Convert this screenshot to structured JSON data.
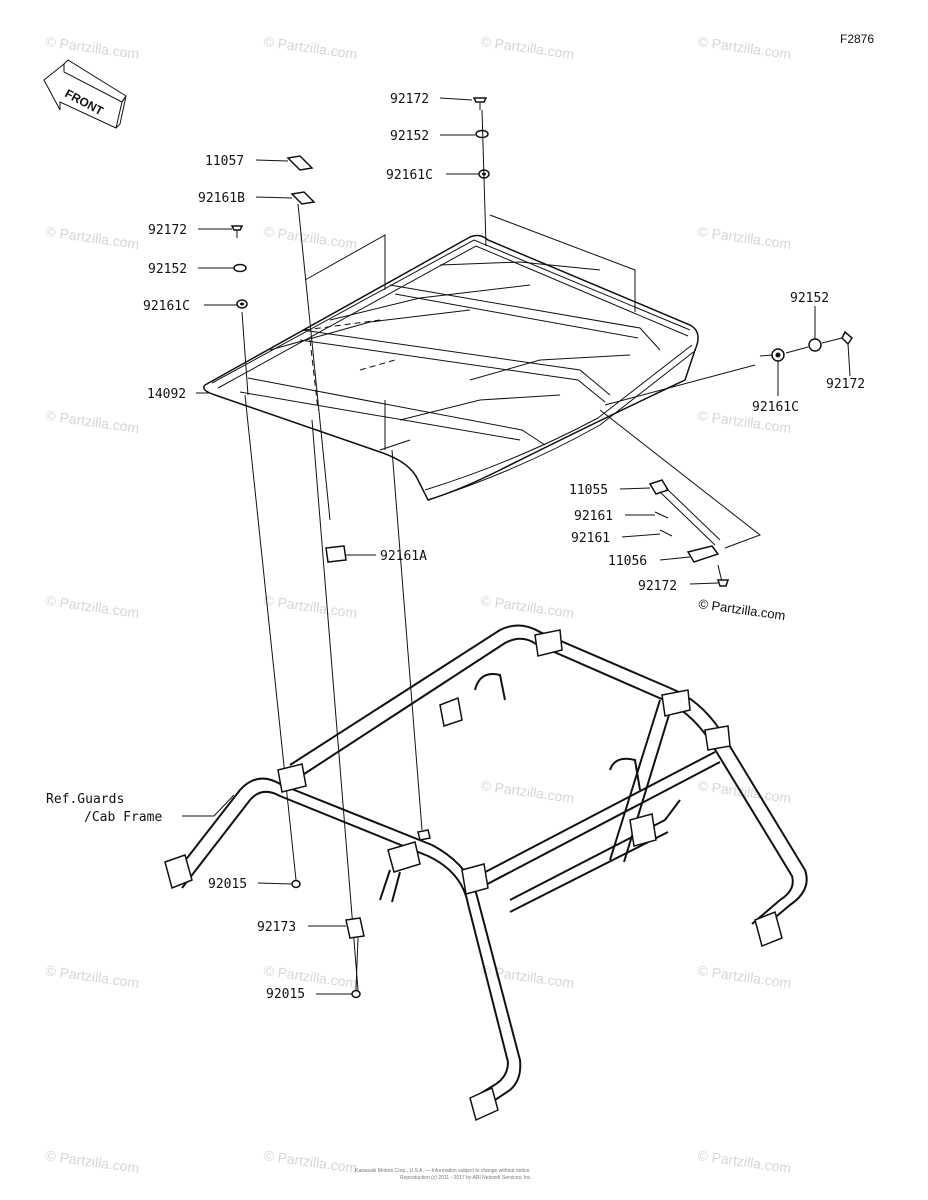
{
  "diagram_code": "F2876",
  "front_arrow_label": "FRONT",
  "reference_label_line1": "Ref.Guards",
  "reference_label_line2": "/Cab Frame",
  "watermark_text": "© Partzilla.com",
  "copyright_mark": "© Partzilla.com",
  "footer_text_line1": "Kawasaki Motors Corp., U.S.A. — Information subject to change without notice.",
  "footer_text_line2": "Reproduction (c) 2011 - 2017 by ARI Network Services, Inc.",
  "part_numbers": {
    "p92172_top": "92172",
    "p92152_top": "92152",
    "p92161C_top": "92161C",
    "p11057": "11057",
    "p92161B": "92161B",
    "p92172_left": "92172",
    "p92152_left": "92152",
    "p92161C_left": "92161C",
    "p14092": "14092",
    "p92152_right": "92152",
    "p92172_right": "92172",
    "p92161C_right": "92161C",
    "p11055": "11055",
    "p92161_a": "92161",
    "p92161_b": "92161",
    "p11056": "11056",
    "p92172_bracket": "92172",
    "p92161A": "92161A",
    "p92015_a": "92015",
    "p92173": "92173",
    "p92015_b": "92015"
  }
}
